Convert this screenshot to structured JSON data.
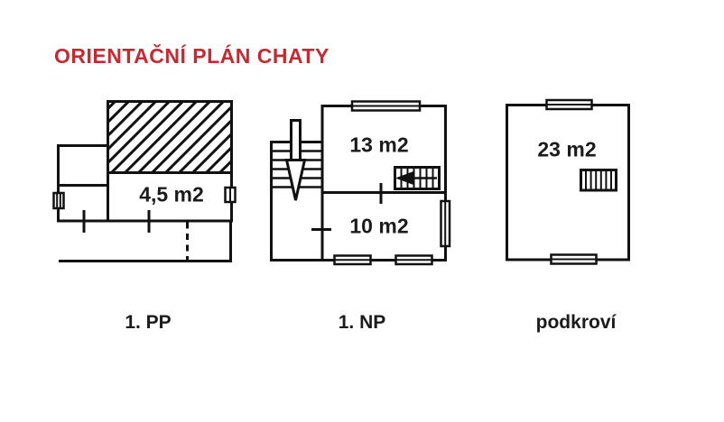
{
  "title": "ORIENTAČNÍ PLÁN CHATY",
  "title_color": "#c22b31",
  "line_color": "#111111",
  "plans": [
    {
      "label": "1. PP",
      "rooms": [
        {
          "area": "4,5 m2"
        }
      ]
    },
    {
      "label": "1. NP",
      "rooms": [
        {
          "area": "13 m2"
        },
        {
          "area": "10 m2"
        }
      ]
    },
    {
      "label": "podkroví",
      "rooms": [
        {
          "area": "23 m2"
        }
      ]
    }
  ],
  "icons": {
    "hatched_area": "hatch-icon",
    "stairs": "stairs-icon",
    "stair_arrow": "down-arrow-icon",
    "chimney": "chimney-icon",
    "window": "window-icon",
    "door_tick": "door-tick-icon"
  }
}
